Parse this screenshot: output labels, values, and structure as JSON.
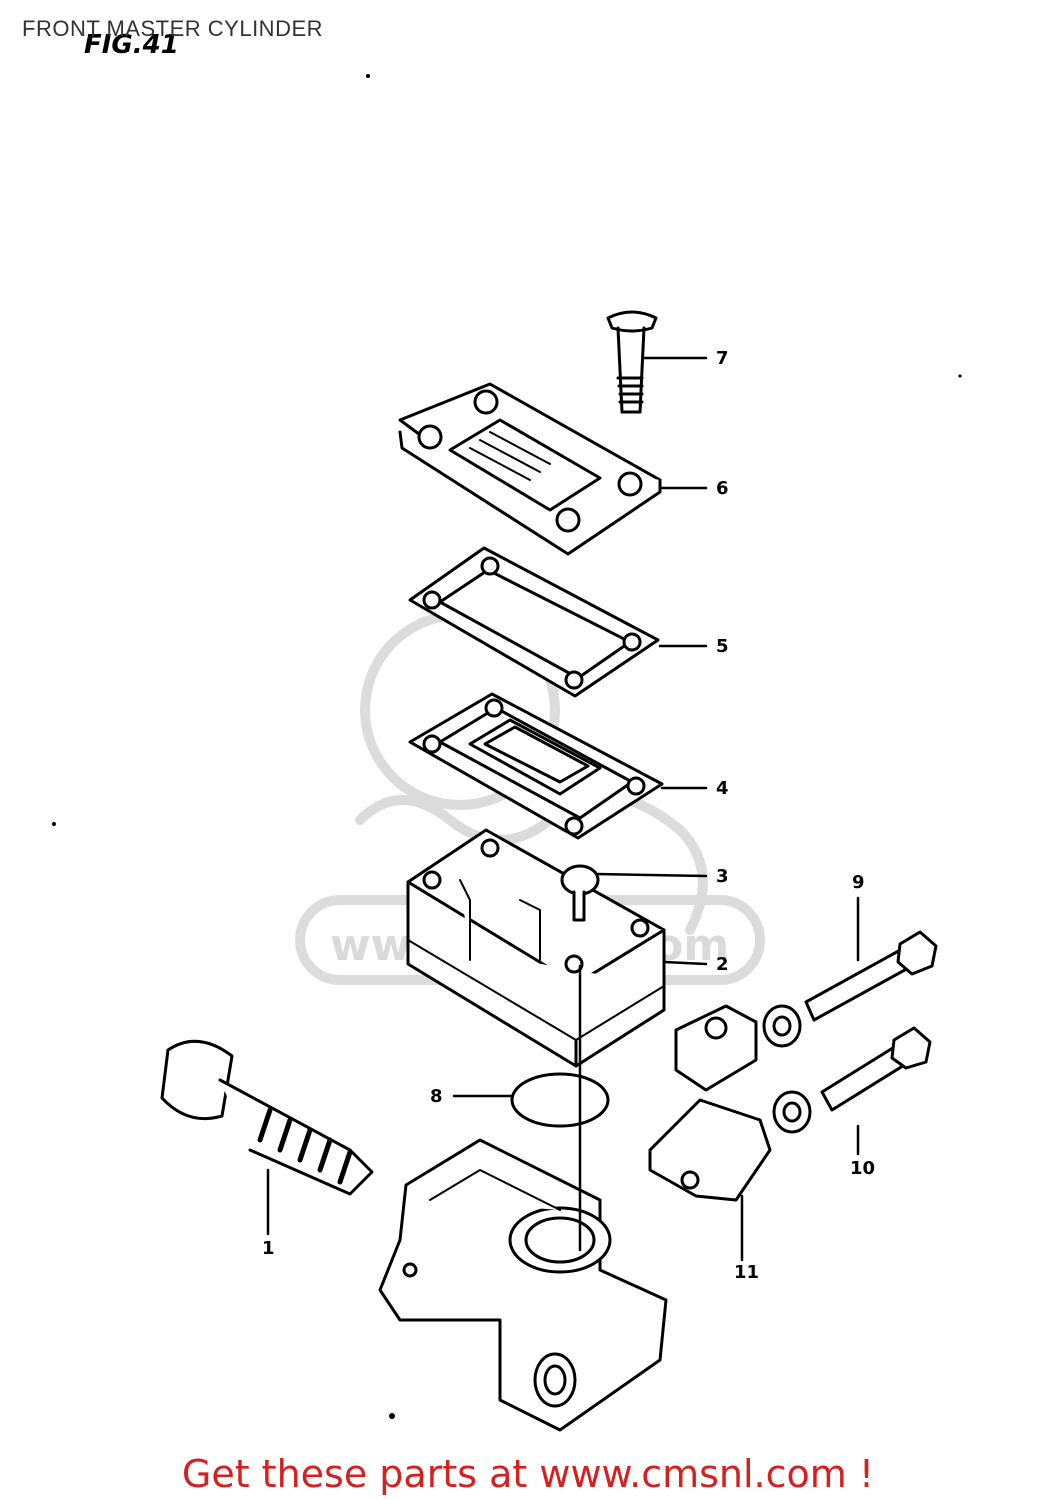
{
  "header": {
    "title": "FRONT MASTER CYLINDER",
    "fig_label": "FIG.41"
  },
  "callouts": [
    {
      "id": "7",
      "label": "7"
    },
    {
      "id": "6",
      "label": "6"
    },
    {
      "id": "5",
      "label": "5"
    },
    {
      "id": "4",
      "label": "4"
    },
    {
      "id": "3",
      "label": "3"
    },
    {
      "id": "2",
      "label": "2"
    },
    {
      "id": "9",
      "label": "9"
    },
    {
      "id": "8",
      "label": "8"
    },
    {
      "id": "10",
      "label": "10"
    },
    {
      "id": "1",
      "label": "1"
    },
    {
      "id": "11",
      "label": "11"
    }
  ],
  "watermark": {
    "text": "www.cmsnl.com"
  },
  "footer": {
    "text": "Get these parts at www.cmsnl.com !"
  },
  "colors": {
    "ink": "#000000",
    "footer": "#d42020",
    "watermark": "#d8d8d8"
  }
}
